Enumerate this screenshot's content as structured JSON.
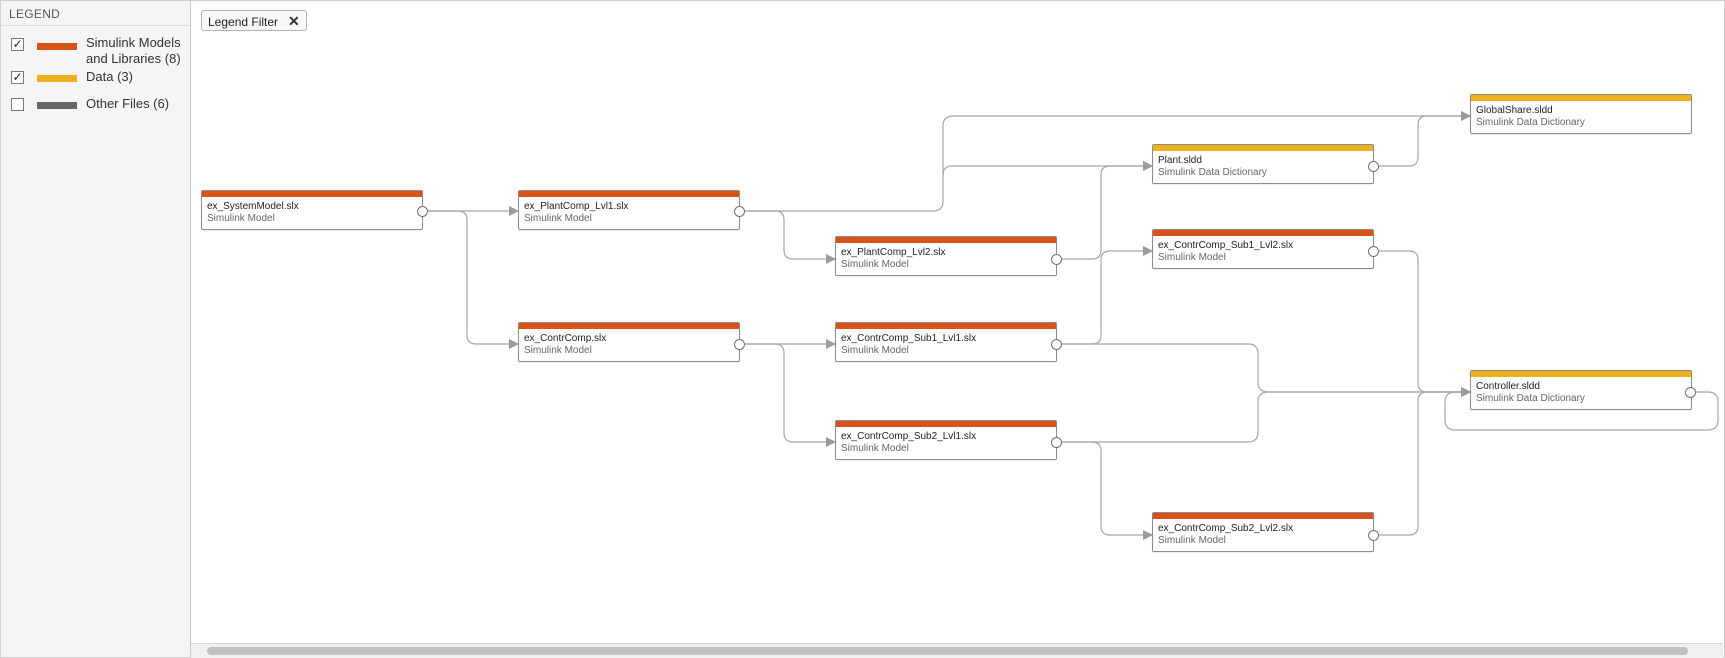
{
  "legend": {
    "title": "LEGEND",
    "items": [
      {
        "label": "Simulink Models and Libraries (8)",
        "checked": true,
        "check_glyph": "✓",
        "color": "#d95319"
      },
      {
        "label": "Data (3)",
        "checked": true,
        "check_glyph": "✓",
        "color": "#edb120"
      },
      {
        "label": "Other Files (6)",
        "checked": false,
        "check_glyph": "",
        "color": "#666666"
      }
    ]
  },
  "filter": {
    "label": "Legend Filter",
    "close_glyph": "✕"
  },
  "nodes": [
    {
      "name": "ex_SystemModel.slx",
      "type": "Simulink Model"
    },
    {
      "name": "ex_PlantComp_Lvl1.slx",
      "type": "Simulink Model"
    },
    {
      "name": "ex_ContrComp.slx",
      "type": "Simulink Model"
    },
    {
      "name": "ex_PlantComp_Lvl2.slx",
      "type": "Simulink Model"
    },
    {
      "name": "ex_ContrComp_Sub1_Lvl1.slx",
      "type": "Simulink Model"
    },
    {
      "name": "ex_ContrComp_Sub2_Lvl1.slx",
      "type": "Simulink Model"
    },
    {
      "name": "Plant.sldd",
      "type": "Simulink Data Dictionary"
    },
    {
      "name": "ex_ContrComp_Sub1_Lvl2.slx",
      "type": "Simulink Model"
    },
    {
      "name": "ex_ContrComp_Sub2_Lvl2.slx",
      "type": "Simulink Model"
    },
    {
      "name": "GlobalShare.sldd",
      "type": "Simulink Data Dictionary"
    },
    {
      "name": "Controller.sldd",
      "type": "Simulink Data Dictionary"
    }
  ]
}
